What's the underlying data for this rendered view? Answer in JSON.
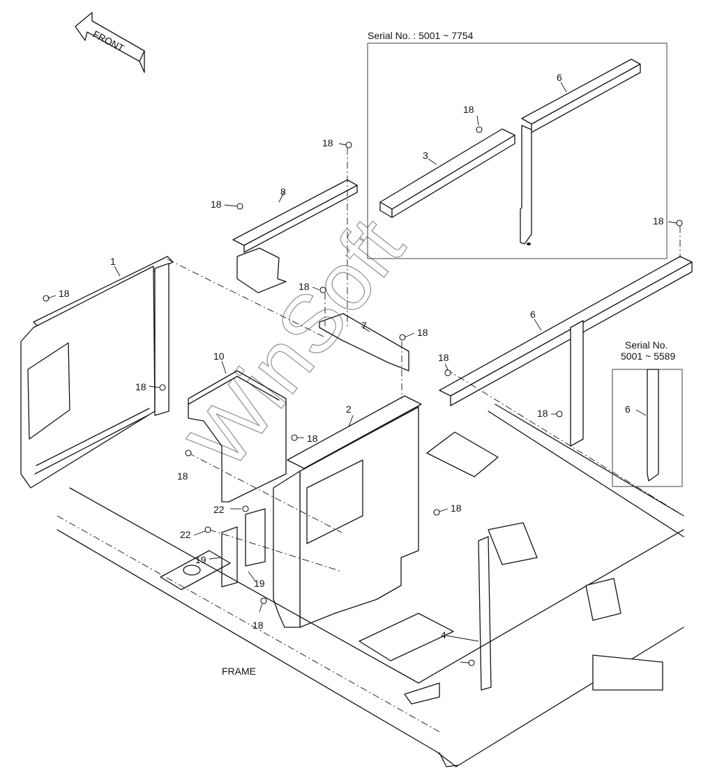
{
  "direction_arrow": {
    "label": "FRONT",
    "icon": "front-arrow-icon"
  },
  "inset_top": {
    "serial_label": "Serial No. : 5001 ~ 7754"
  },
  "inset_right": {
    "serial_line1": "Serial No.",
    "serial_line2": "5001 ~ 5589"
  },
  "frame_label": "FRAME",
  "watermark": "WinSoft",
  "callouts": {
    "part_1": "1",
    "part_2": "2",
    "part_3": "3",
    "part_4": "4",
    "part_6_inset": "6",
    "part_6_main": "6",
    "part_6_side": "6",
    "part_7": "7",
    "part_8": "8",
    "part_10": "10",
    "part_18_a": "18",
    "part_18_b": "18",
    "part_18_c": "18",
    "part_18_d": "18",
    "part_18_e": "18",
    "part_18_f": "18",
    "part_18_g": "18",
    "part_18_h": "18",
    "part_18_i": "18",
    "part_18_j": "18",
    "part_18_k": "18",
    "part_18_l": "18",
    "part_18_m": "18",
    "part_18_n": "18",
    "part_19_a": "19",
    "part_19_b": "19",
    "part_22_a": "22",
    "part_22_b": "22"
  }
}
